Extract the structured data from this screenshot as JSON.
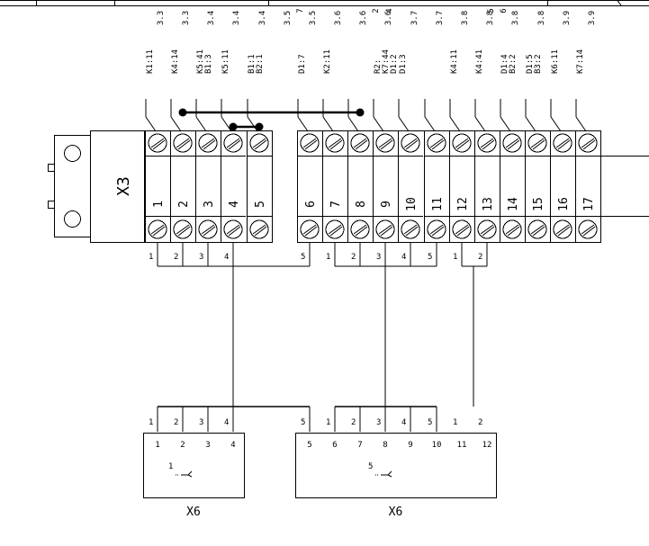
{
  "strip_label": "X3",
  "terminal_numbers": [
    "1",
    "2",
    "3",
    "4",
    "5",
    "6",
    "7",
    "8",
    "9",
    "10",
    "11",
    "12",
    "13",
    "14",
    "15",
    "16",
    "17"
  ],
  "refs_a": [
    "3.3",
    "3.3",
    "3.4",
    "3.4",
    "3.4",
    "3.5",
    "3.5",
    "3.6",
    "3.6",
    "3.6",
    "3.7",
    "3.7",
    "3.8",
    "3.8",
    "3.8",
    "3.8",
    "3.9",
    "3.9"
  ],
  "refs_b": [
    "7",
    "2",
    "4",
    "5",
    "6"
  ],
  "wire_labels": [
    [
      "K1:11"
    ],
    [
      "K4:14"
    ],
    [
      "K5:41",
      "B1:3"
    ],
    [
      "K5:11"
    ],
    [
      "B1:1",
      "B2:1"
    ],
    [
      "D1:7"
    ],
    [
      "K2:11"
    ],
    [],
    [
      "R2:",
      "K7:44",
      "D1:2"
    ],
    [
      "D1:3"
    ],
    [],
    [
      "K4:11"
    ],
    [
      "K4:41"
    ],
    [
      "D1:4",
      "B2:2"
    ],
    [
      "D1:5",
      "B3:2"
    ],
    [
      "K6:11"
    ],
    [
      "K7:14"
    ]
  ],
  "bus_groups_top": [
    {
      "labels": [
        "1",
        "2",
        "3",
        "4",
        "5"
      ]
    },
    {
      "labels": [
        "1",
        "2",
        "3",
        "4",
        "5"
      ]
    },
    {
      "labels": [
        "1",
        "2"
      ]
    }
  ],
  "bus_groups_bottom": [
    {
      "labels": [
        "1",
        "2",
        "3",
        "4",
        "5"
      ]
    },
    {
      "labels": [
        "1",
        "2",
        "3",
        "4",
        "5"
      ]
    },
    {
      "labels": [
        "1",
        "2"
      ]
    }
  ],
  "connectors": [
    {
      "pins": [
        "1",
        "2",
        "3",
        "4"
      ],
      "symbol_label": "1",
      "name": "X6"
    },
    {
      "pins": [
        "5",
        "6",
        "7",
        "8",
        "9",
        "10",
        "11",
        "12"
      ],
      "symbol_label": "5",
      "name": "X6"
    }
  ]
}
